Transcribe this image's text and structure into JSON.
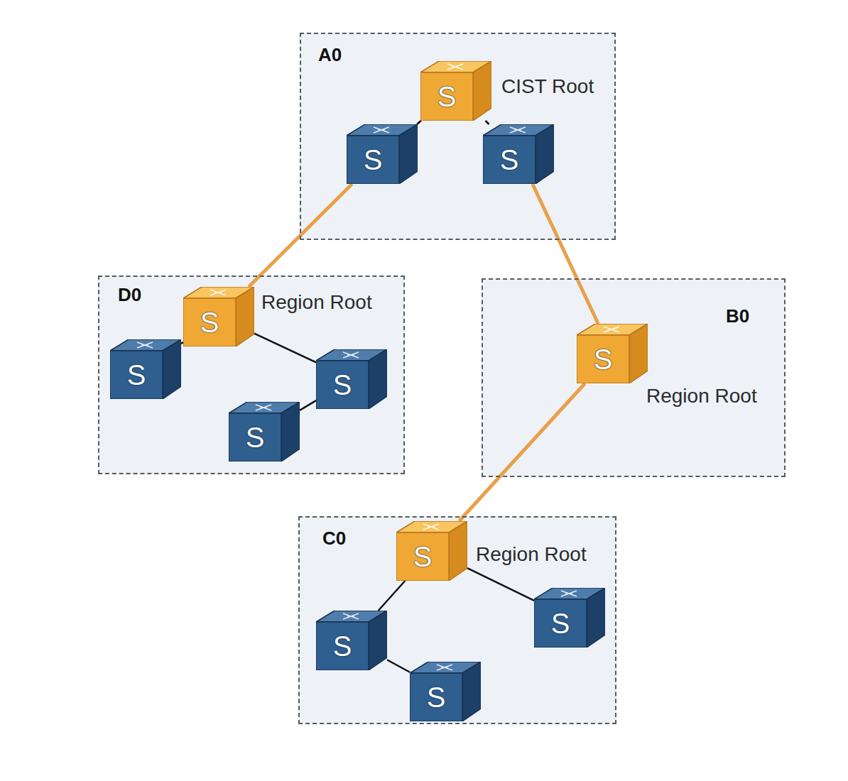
{
  "diagram": {
    "nodes": [
      {
        "text": [
          "A0"
        ]
      },
      {
        "text": [
          "S"
        ],
        "in": 0
      },
      {
        "text": [
          "S"
        ],
        "in": 0
      },
      {
        "text": [
          "S"
        ],
        "in": 0
      },
      {
        "text": [
          "D0"
        ]
      },
      {
        "text": [
          "S"
        ],
        "in": 4
      },
      {
        "text": [
          "S"
        ],
        "in": 4
      },
      {
        "text": [
          "S"
        ],
        "in": 4
      },
      {
        "text": [
          "S"
        ],
        "in": 4
      },
      {
        "text": [
          "B0"
        ]
      },
      {
        "text": [
          "S"
        ],
        "in": 9
      },
      {
        "text": [
          "C0"
        ]
      },
      {
        "text": [
          "S"
        ],
        "in": 11
      },
      {
        "text": [
          "S"
        ],
        "in": 11
      },
      {
        "text": [
          "S"
        ],
        "in": 11
      },
      {
        "text": [
          "S"
        ],
        "in": 11
      }
    ],
    "edges": [
      {
        "from": 1,
        "to": 2,
        "arrow": "none"
      },
      {
        "from": 1,
        "to": 3,
        "arrow": "none"
      },
      {
        "from": 2,
        "to": 5,
        "arrow": "none"
      },
      {
        "from": 3,
        "to": 10,
        "arrow": "none"
      },
      {
        "from": 5,
        "to": 6,
        "arrow": "none"
      },
      {
        "from": 5,
        "to": 7,
        "arrow": "none"
      },
      {
        "from": 7,
        "to": 8,
        "arrow": "none"
      },
      {
        "from": 10,
        "to": 12,
        "arrow": "none"
      },
      {
        "from": 12,
        "to": 13,
        "arrow": "none"
      },
      {
        "from": 12,
        "to": 14,
        "arrow": "none"
      },
      {
        "from": 13,
        "to": 15,
        "arrow": "none"
      }
    ],
    "labels": [
      "CIST Root",
      "Region Root",
      "Region Root",
      "Region Root"
    ]
  }
}
